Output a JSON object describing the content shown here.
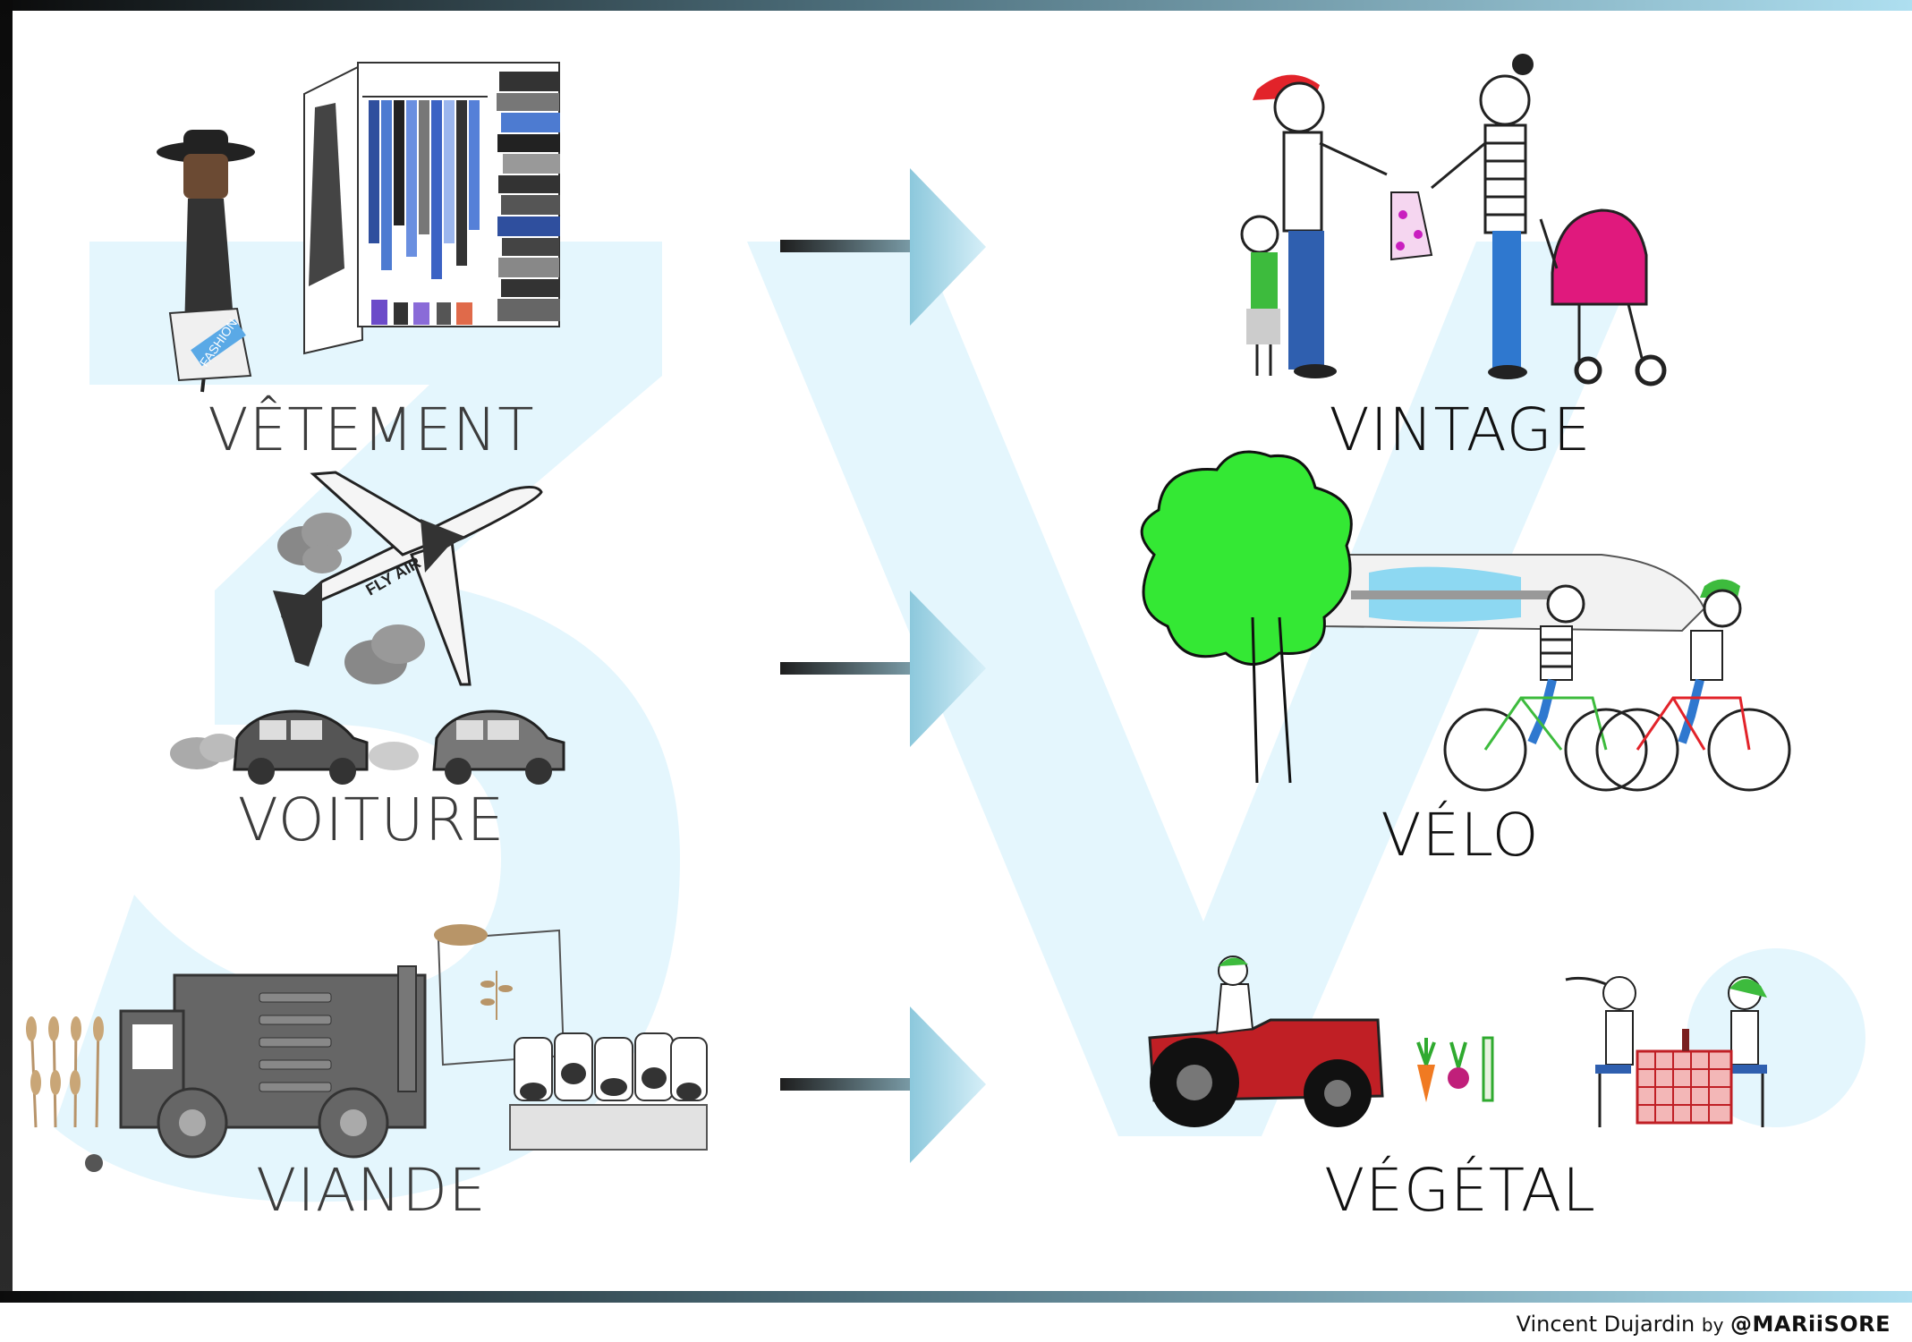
{
  "labels": {
    "left": [
      "VÊTEMENT",
      "VOITURE",
      "VIANDE"
    ],
    "right": [
      "VINTAGE",
      "VÉLO",
      "VÉGÉTAL"
    ]
  },
  "illustration_text": {
    "shopping_bag": "FASHION",
    "plane": "FLY AIR"
  },
  "credit": {
    "author": "Vincent Dujardin",
    "by": "by",
    "handle": "@MARiiSORE"
  },
  "colors": {
    "background_letters": "#e4f6fd",
    "arrow_head": "#9fd3e6",
    "arrow_shaft_dark": "#1e1e1e",
    "tree_green": "#34e834",
    "stroller_pink": "#e0197d",
    "tractor_red": "#c01f25",
    "grey_vehicles": "#5f5f5f"
  }
}
